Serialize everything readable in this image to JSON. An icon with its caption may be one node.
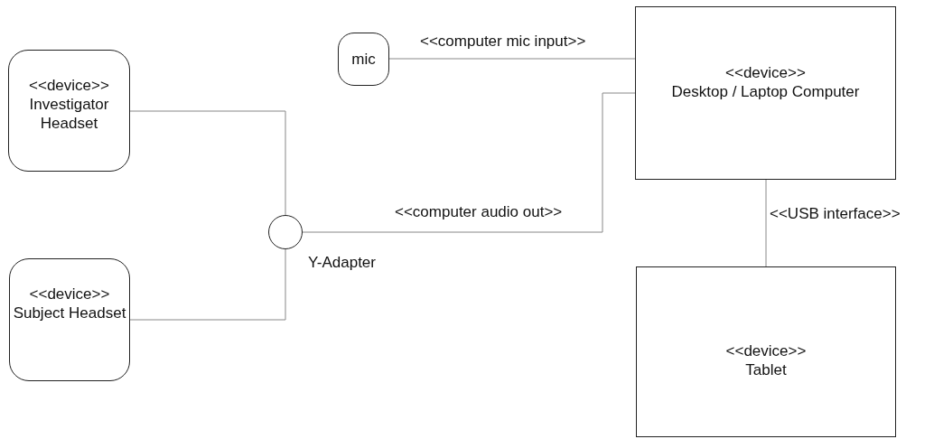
{
  "diagram": {
    "nodes": [
      {
        "text": [
          "<<device>>",
          "Investigator Headset"
        ]
      },
      {
        "text": [
          "<<device>>",
          "Subject Headset"
        ]
      },
      {
        "text": [],
        "shape": "circle",
        "beside": [
          "Y-Adapter"
        ]
      },
      {
        "text": [
          "mic"
        ]
      },
      {
        "text": [
          "<<device>>",
          "Desktop / Laptop Computer"
        ]
      },
      {
        "text": [
          "<<device>>",
          "Tablet"
        ]
      }
    ],
    "edges": [
      {
        "from": 0,
        "to": 2,
        "arrow": "none"
      },
      {
        "from": 1,
        "to": 2,
        "arrow": "none"
      },
      {
        "from": 2,
        "to": 4,
        "arrow": "none",
        "label": "<<computer audio out>>"
      },
      {
        "from": 3,
        "to": 4,
        "arrow": "none",
        "label": "<<computer mic input>>"
      },
      {
        "from": 4,
        "to": 5,
        "arrow": "none",
        "label": "<<USB interface>>"
      }
    ]
  }
}
